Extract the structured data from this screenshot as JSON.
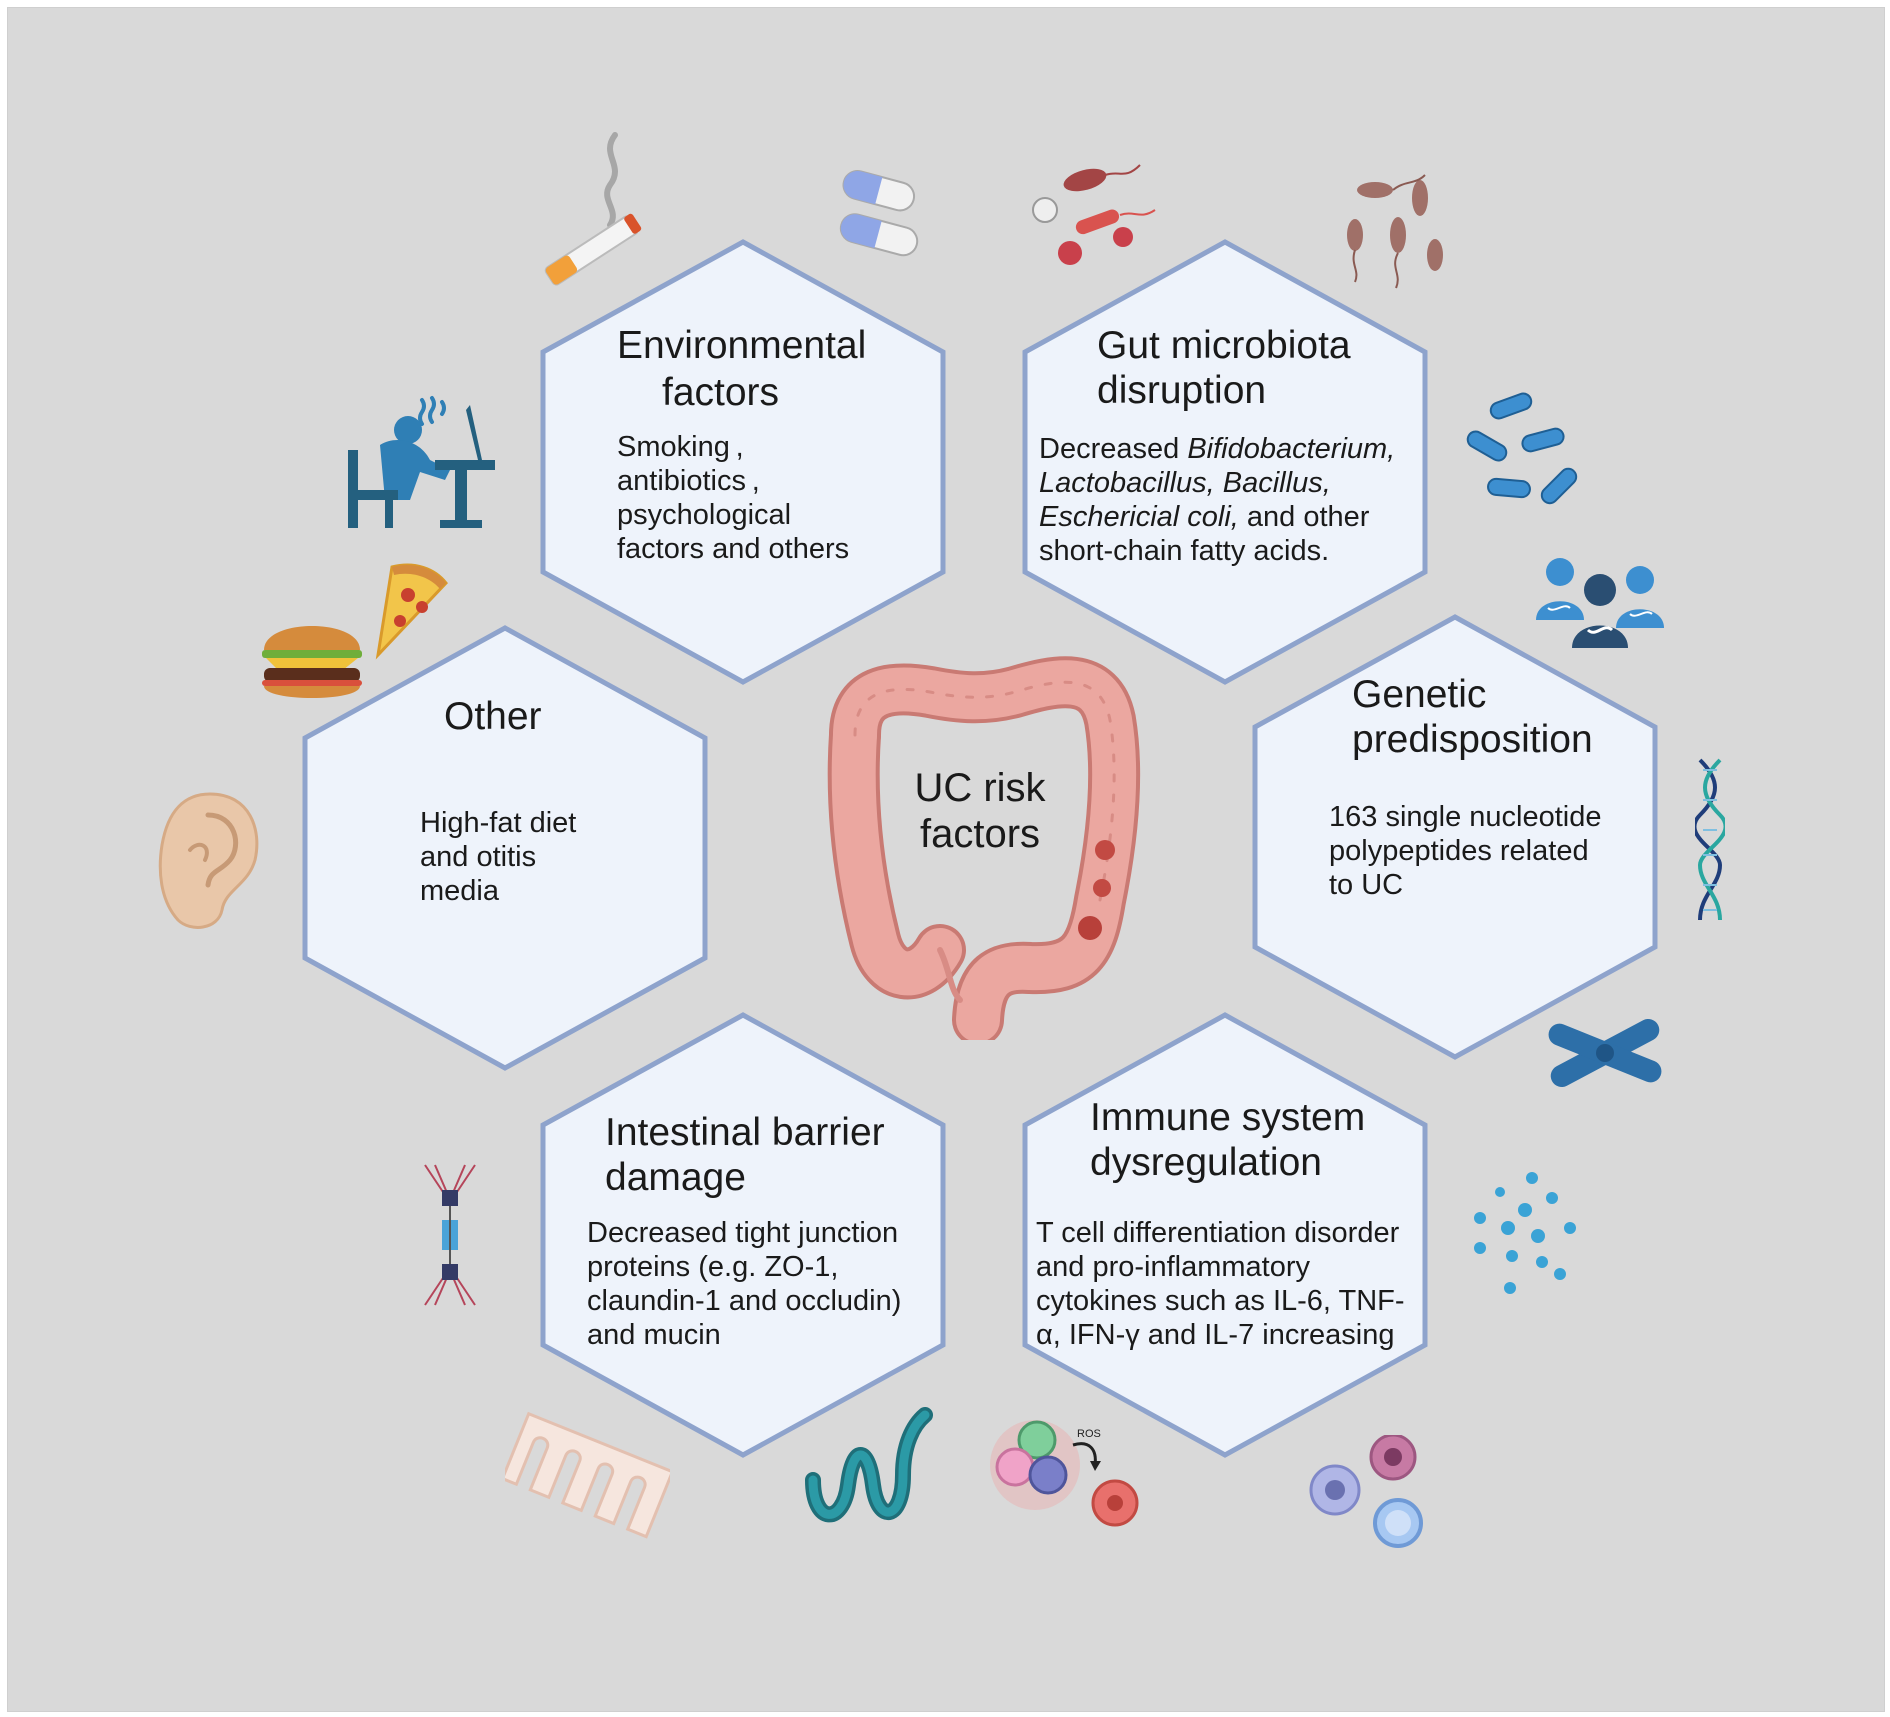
{
  "center": {
    "title_line1": "UC risk",
    "title_line2": "factors"
  },
  "hexes": {
    "environmental": {
      "title_line1": "Environmental",
      "title_line2": "factors",
      "body": [
        "Smoking ,",
        "antibiotics ,",
        "psychological",
        "factors and others"
      ]
    },
    "gut": {
      "title_line1": "Gut microbiota",
      "title_line2": "disruption",
      "body_l1_a": "Decreased ",
      "body_l1_b": "Bifidobacterium,",
      "body_l2": "Lactobacillus, Bacillus,",
      "body_l3_a": "Eschericial coli,",
      "body_l3_b": " and other",
      "body_l4": "short-chain fatty acids."
    },
    "genetic": {
      "title_line1": "Genetic",
      "title_line2": "predisposition",
      "body": [
        "163 single nucleotide",
        "polypeptides related",
        "to UC"
      ]
    },
    "other": {
      "title": "Other",
      "body": [
        "High-fat diet",
        "and otitis",
        "media"
      ]
    },
    "barrier": {
      "title_line1": "Intestinal barrier",
      "title_line2": "damage",
      "body": [
        "Decreased tight junction",
        "proteins (e.g. ZO-1,",
        "claundin-1 and  occludin)",
        "and mucin"
      ]
    },
    "immune": {
      "title_line1": "Immune system",
      "title_line2": "dysregulation",
      "body": [
        "T cell differentiation disorder",
        "and pro-inflammatory",
        "cytokines such as IL-6, TNF-",
        "α, IFN-γ and IL-7 increasing"
      ]
    }
  },
  "icon_labels": {
    "ros": "ROS"
  },
  "colors": {
    "background": "#d9d9d9",
    "hex_fill": "#eef3fb",
    "hex_stroke": "#8ea3cc",
    "colon": "#eba7a0",
    "stress_figure": "#2f7fb5"
  }
}
